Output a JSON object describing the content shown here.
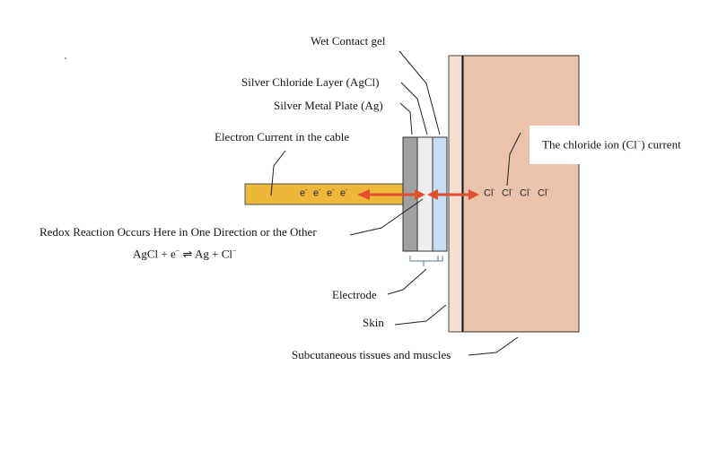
{
  "diagram": {
    "title": "Silver / Silver Chloride electrode on skin",
    "labels": {
      "wet_gel": "Wet Contact gel",
      "agcl_layer": "Silver Chloride Layer (AgCl)",
      "ag_plate": "Silver Metal Plate (Ag)",
      "electron_current": "Electron Current in the cable",
      "chloride_current_prefix": "The chloride ion (Cl",
      "chloride_current_sup": "−",
      "chloride_current_suffix": ") current",
      "redox": "Redox Reaction Occurs Here in One Direction or the Other",
      "equation_left": "AgCl + e",
      "equation_sup1": "−",
      "equation_arrow": " ⇌ ",
      "equation_right": "Ag + Cl",
      "equation_sup2": "−",
      "electrode": "Electrode",
      "skin": "Skin",
      "tissue": "Subcutaneous tissues and muscles"
    },
    "electrons": [
      "e",
      "e",
      "e",
      "e"
    ],
    "electron_sup": "-",
    "ions": [
      "Cl",
      "Cl",
      "Cl",
      "Cl"
    ],
    "ion_sup": "-",
    "colors": {
      "cable": "#EDB83A",
      "silver_plate": "#A0A0A0",
      "agcl": "#EEEEEE",
      "gel": "#C6E0F2",
      "skin": "#F3DED2",
      "tissue": "#EBC3AA",
      "arrow": "#E0502E"
    }
  }
}
